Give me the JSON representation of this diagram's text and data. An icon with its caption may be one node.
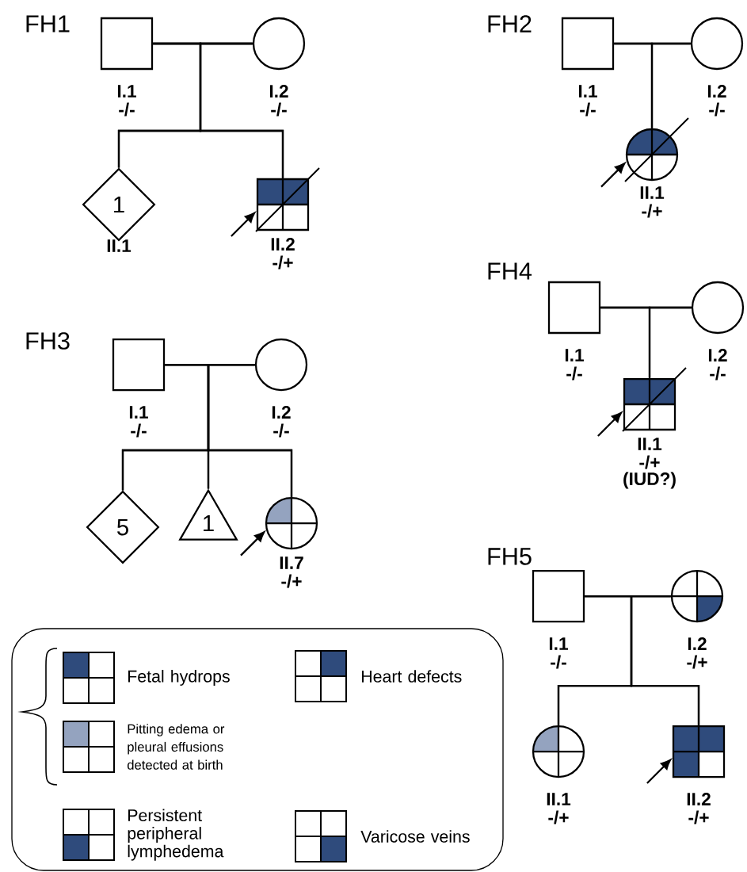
{
  "diagram": {
    "nodes": [
      {
        "text": [],
        "shape": "box",
        "beside": [
          "I.1",
          "-/-"
        ]
      },
      {
        "text": [],
        "shape": "circle",
        "beside": [
          "I.2",
          "-/-"
        ]
      },
      {
        "text": [
          "1"
        ],
        "beside": [
          "II.1"
        ]
      },
      {
        "text": [],
        "shape": "box",
        "beside": [
          "II.2",
          "-/+"
        ]
      },
      {
        "text": [],
        "shape": "box",
        "beside": [
          "I.1",
          "-/-"
        ]
      },
      {
        "text": [],
        "shape": "circle",
        "beside": [
          "I.2",
          "-/-"
        ]
      },
      {
        "text": [],
        "shape": "circle",
        "beside": [
          "II.1",
          "-/+"
        ]
      },
      {
        "text": [],
        "shape": "box",
        "beside": [
          "I.1",
          "-/-"
        ]
      },
      {
        "text": [],
        "shape": "circle",
        "beside": [
          "I.2",
          "-/-"
        ]
      },
      {
        "text": [
          "5"
        ]
      },
      {
        "text": [
          "1"
        ]
      },
      {
        "text": [],
        "shape": "circle",
        "beside": [
          "II.7",
          "-/+"
        ]
      },
      {
        "text": [],
        "shape": "box",
        "beside": [
          "I.1",
          "-/-"
        ]
      },
      {
        "text": [],
        "shape": "circle",
        "beside": [
          "I.2",
          "-/-"
        ]
      },
      {
        "text": [],
        "shape": "box",
        "beside": [
          "II.1",
          "-/+",
          "(IUD?)"
        ]
      },
      {
        "text": [],
        "shape": "box",
        "beside": [
          "I.1",
          "-/-"
        ]
      },
      {
        "text": [],
        "shape": "circle",
        "beside": [
          "I.2",
          "-/+"
        ]
      },
      {
        "text": [],
        "shape": "circle",
        "beside": [
          "II.1",
          "-/+"
        ]
      },
      {
        "text": [],
        "shape": "box",
        "beside": [
          "II.2",
          "-/+"
        ]
      }
    ],
    "edges": [
      {
        "from": 0,
        "to": 1,
        "arrow": "none"
      },
      {
        "from": 0,
        "to": 2,
        "arrow": "none"
      },
      {
        "from": 1,
        "to": 2,
        "arrow": "none"
      },
      {
        "from": 0,
        "to": 3,
        "arrow": "none"
      },
      {
        "from": 1,
        "to": 3,
        "arrow": "none"
      },
      {
        "from": 4,
        "to": 5,
        "arrow": "none"
      },
      {
        "from": 4,
        "to": 6,
        "arrow": "none"
      },
      {
        "from": 5,
        "to": 6,
        "arrow": "none"
      },
      {
        "from": 7,
        "to": 8,
        "arrow": "none"
      },
      {
        "from": 7,
        "to": 9,
        "arrow": "none"
      },
      {
        "from": 8,
        "to": 9,
        "arrow": "none"
      },
      {
        "from": 7,
        "to": 10,
        "arrow": "none"
      },
      {
        "from": 8,
        "to": 10,
        "arrow": "none"
      },
      {
        "from": 7,
        "to": 11,
        "arrow": "none"
      },
      {
        "from": 8,
        "to": 11,
        "arrow": "none"
      },
      {
        "from": 12,
        "to": 13,
        "arrow": "none"
      },
      {
        "from": 12,
        "to": 14,
        "arrow": "none"
      },
      {
        "from": 13,
        "to": 14,
        "arrow": "none"
      },
      {
        "from": 15,
        "to": 16,
        "arrow": "none"
      },
      {
        "from": 15,
        "to": 17,
        "arrow": "none"
      },
      {
        "from": 16,
        "to": 17,
        "arrow": "none"
      },
      {
        "from": 15,
        "to": 18,
        "arrow": "none"
      },
      {
        "from": 16,
        "to": 18,
        "arrow": "none"
      },
      {
        "from": null,
        "to": 3,
        "arrow": "to"
      },
      {
        "from": null,
        "to": 6,
        "arrow": "to"
      },
      {
        "from": null,
        "to": 11,
        "arrow": "to"
      },
      {
        "from": null,
        "to": 14,
        "arrow": "to"
      },
      {
        "from": null,
        "to": 18,
        "arrow": "to"
      }
    ],
    "labels": [
      "FH1",
      "FH2",
      "FH3",
      "FH4",
      "FH5"
    ],
    "legend": [
      {
        "text": "Fetal hydrops"
      },
      {
        "text": "Heart defects"
      },
      {
        "text": "Pitting edema or pleural effusions detected at birth"
      },
      {
        "text": "Persistent peripheral lymphedema"
      },
      {
        "text": "Varicose veins"
      }
    ]
  }
}
